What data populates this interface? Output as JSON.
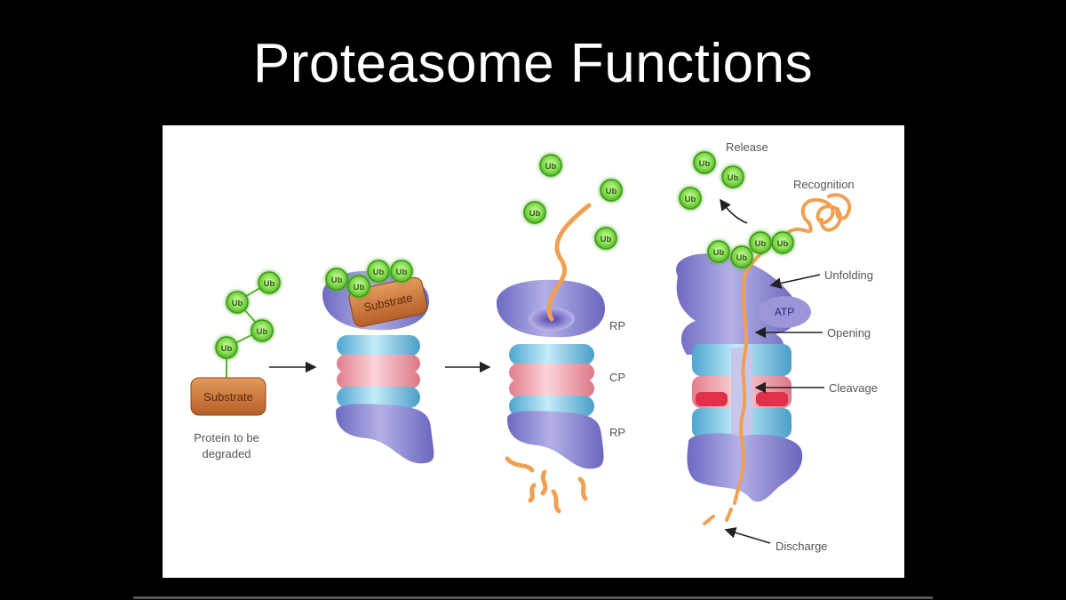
{
  "slide": {
    "title": "Proteasome Functions"
  },
  "diagram": {
    "ubiquitin_label": "Ub",
    "substrate_label": "Substrate",
    "protein_caption_line1": "Protein to be",
    "protein_caption_line2": "degraded",
    "subunit_labels": {
      "rp_top": "RP",
      "cp": "CP",
      "rp_bottom": "RP"
    },
    "atp_label": "ATP",
    "process_labels": {
      "release": "Release",
      "recognition": "Recognition",
      "unfolding": "Unfolding",
      "opening": "Opening",
      "cleavage": "Cleavage",
      "discharge": "Discharge"
    }
  },
  "colors": {
    "background": "#000000",
    "panel": "#ffffff",
    "ubiquitin": "#6fd13a",
    "substrate": "#c8743a",
    "regulatory_particle": "#8e8ad0",
    "core_blue": "#8fd0e8",
    "core_pink": "#f0a0aa",
    "peptide": "#f0a050"
  }
}
